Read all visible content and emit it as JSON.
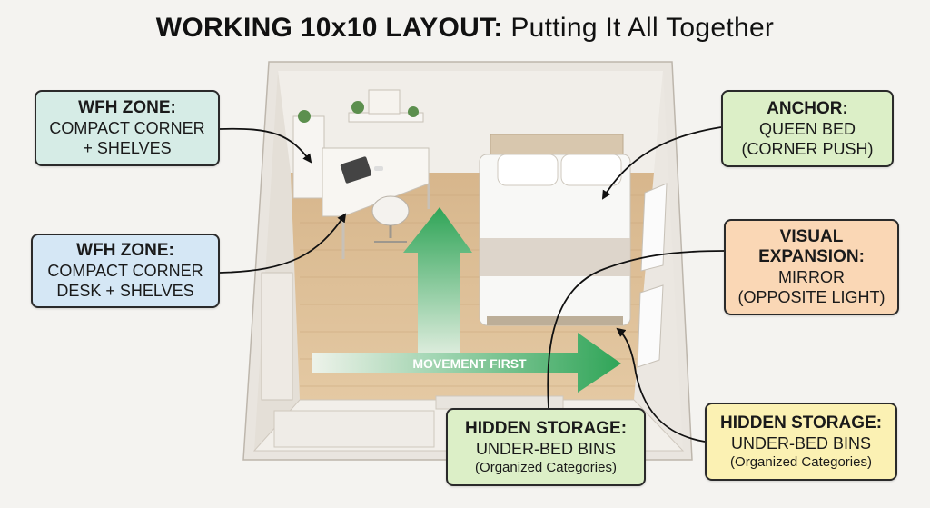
{
  "title": {
    "bold": "WORKING 10x10 LAYOUT:",
    "light": "Putting It All Together"
  },
  "arrow_label": "MOVEMENT FIRST",
  "callouts": {
    "wfh_top": {
      "head": "WFH ZONE:",
      "lines": [
        "COMPACT CORNER",
        "+ SHELVES"
      ]
    },
    "wfh_bottom": {
      "head": "WFH ZONE:",
      "lines": [
        "COMPACT CORNER",
        "DESK + SHELVES"
      ]
    },
    "anchor": {
      "head": "ANCHOR:",
      "lines": [
        "QUEEN BED",
        "(CORNER PUSH)"
      ]
    },
    "visual": {
      "head": "VISUAL EXPANSION:",
      "lines": [
        "MIRROR",
        "(OPPOSITE LIGHT)"
      ]
    },
    "hidden_center": {
      "head": "HIDDEN STORAGE:",
      "lines": [
        "UNDER-BED BINS"
      ],
      "sub": "(Organized Categories)"
    },
    "hidden_right": {
      "head": "HIDDEN STORAGE:",
      "lines": [
        "UNDER-BED BINS"
      ],
      "sub": "(Organized Categories)"
    }
  },
  "colors": {
    "wfh_top": "#d6ece6",
    "wfh_bottom": "#d5e7f5",
    "anchor": "#dcefc7",
    "visual": "#fad7b5",
    "hidden_center": "#dcefc7",
    "hidden_right": "#fbf1b3",
    "movement_arrow": "#2e9d55",
    "floor": "#d9b98f"
  }
}
